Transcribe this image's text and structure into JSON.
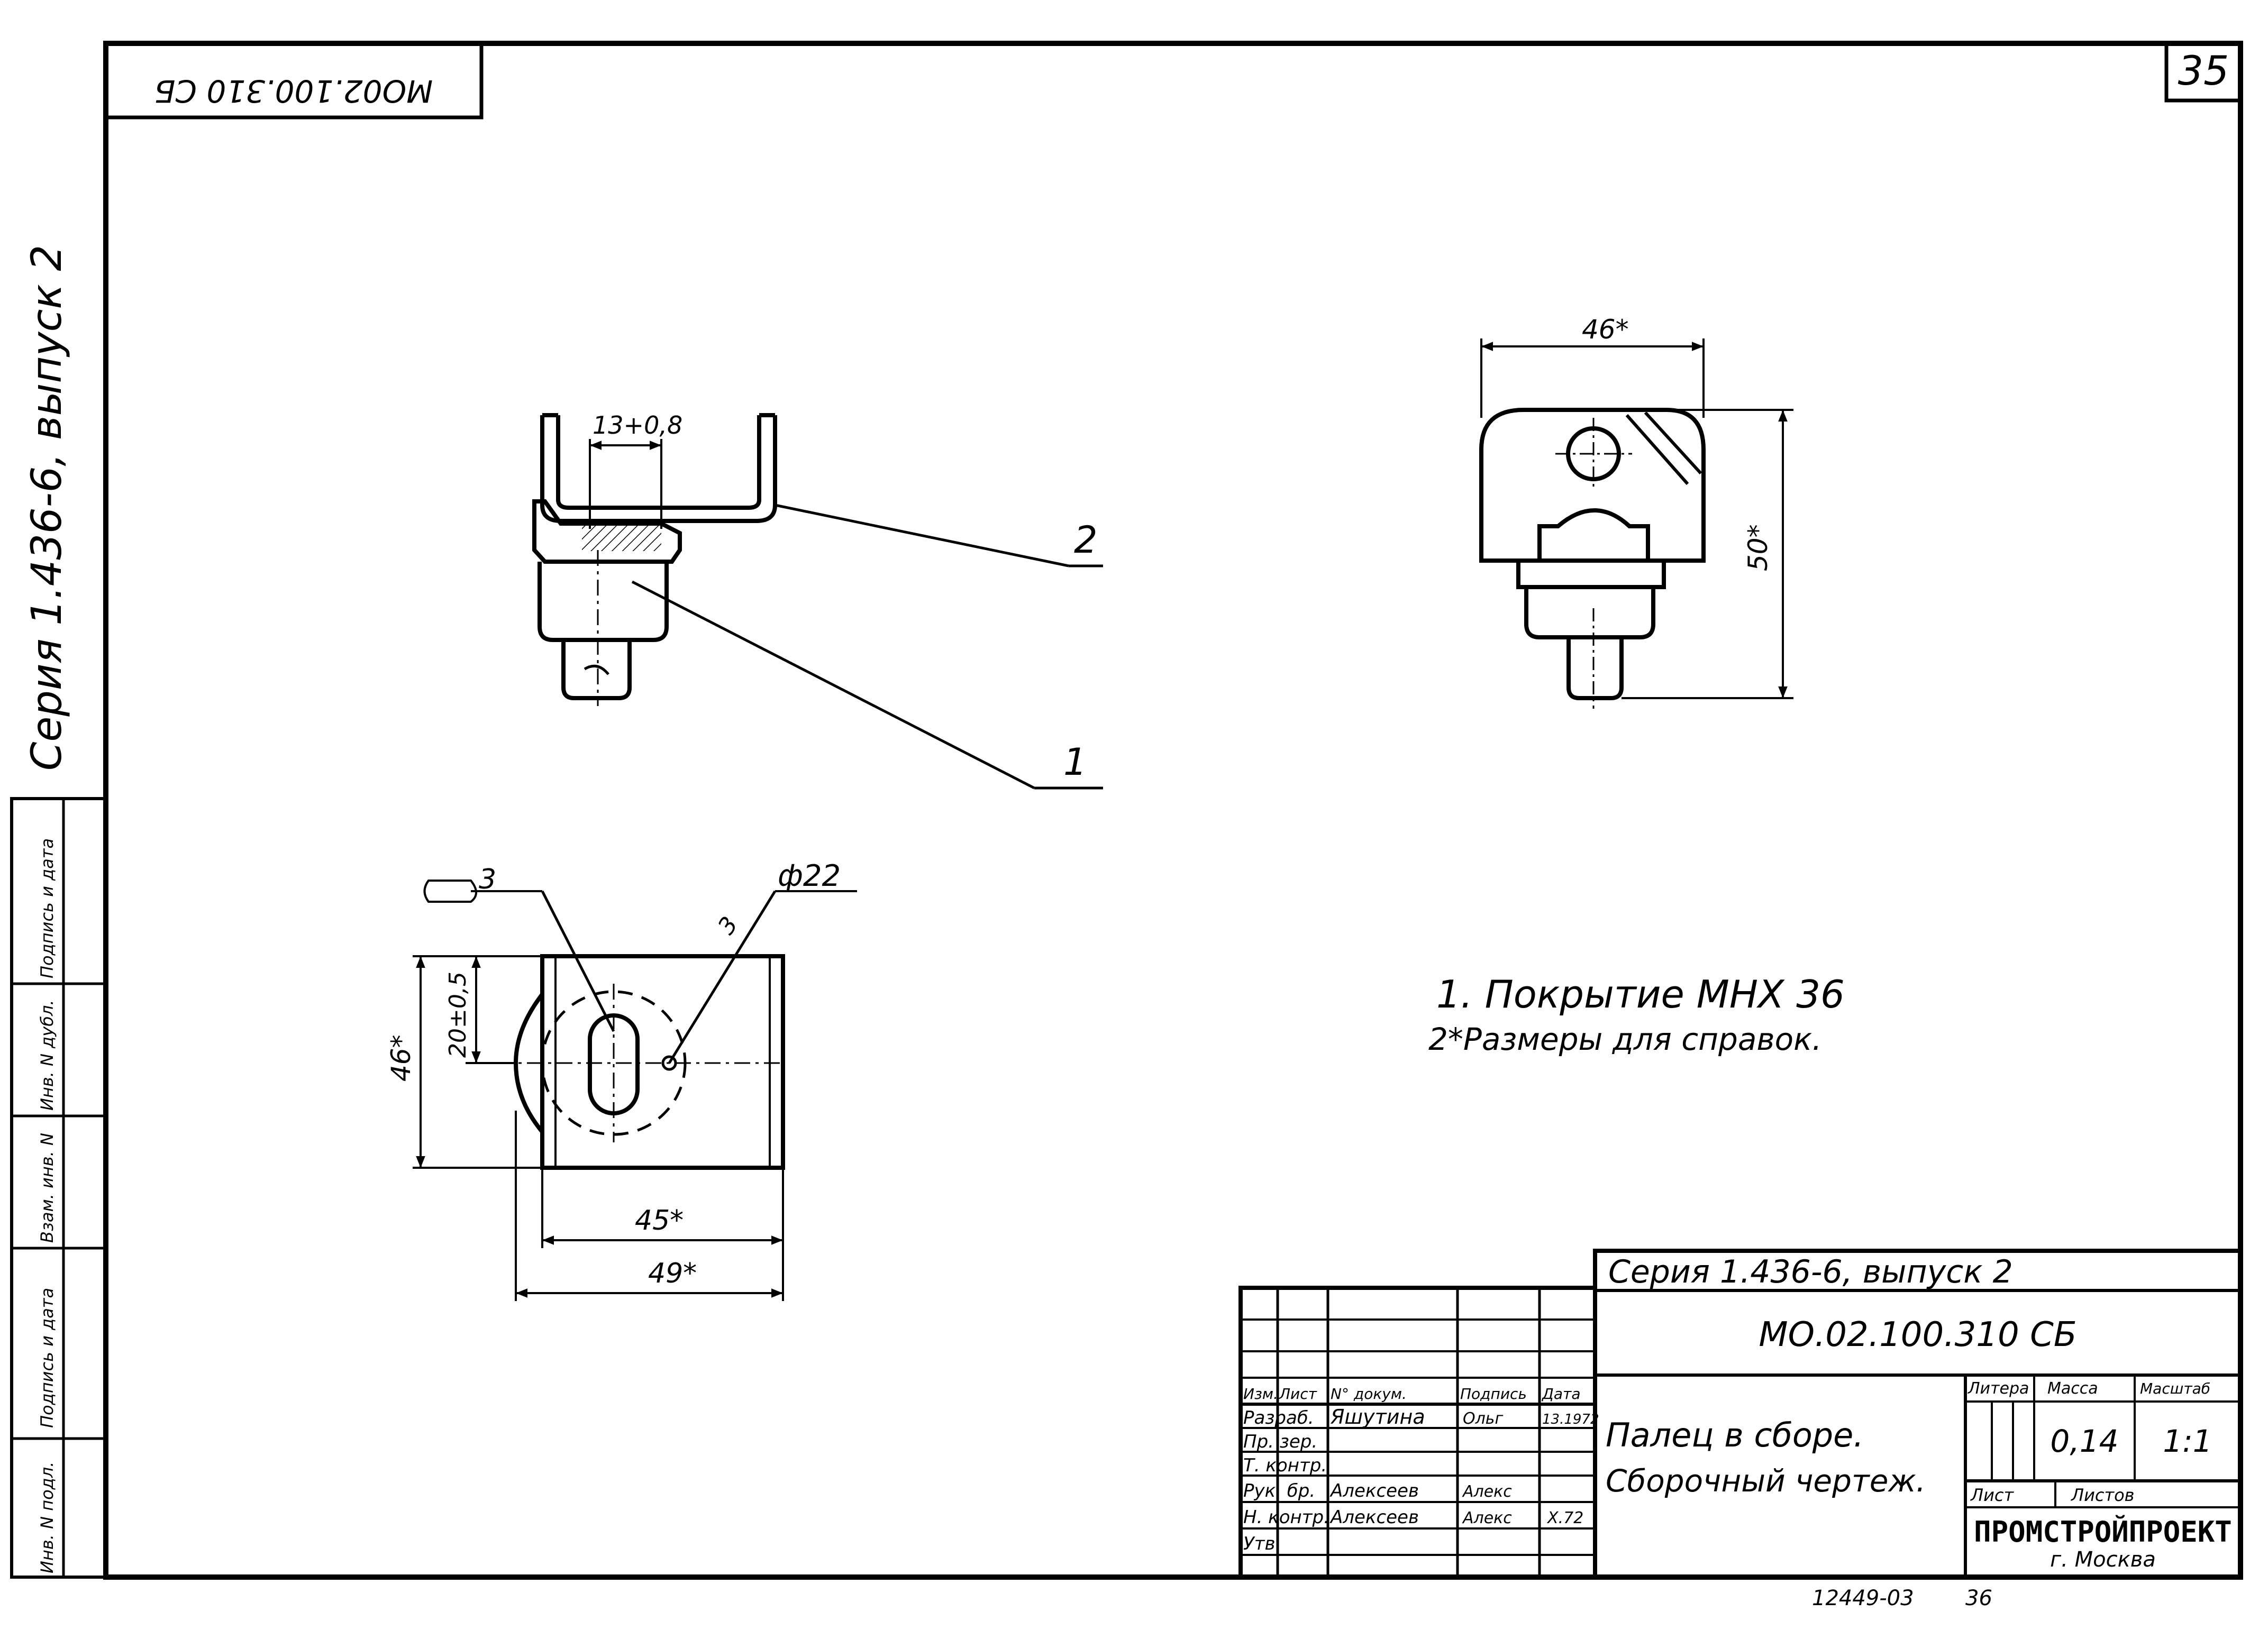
{
  "sheet": {
    "page_number": "35",
    "stamp_top_left": "МО02.100.310 СБ",
    "side_series": "Серия 1.436-6, выпуск 2",
    "bottom_code": "12449-03",
    "bottom_number": "36"
  },
  "side_strip": {
    "labels": [
      "Инв. N подл.",
      "Подпись и дата",
      "Взам. инв. N",
      "Инв. N дубл.",
      "Подпись и дата"
    ]
  },
  "callouts": {
    "part_1": "1",
    "part_2": "2"
  },
  "dimensions": {
    "front_slot_width": "13+0,8",
    "side_width": "46*",
    "side_height": "50*",
    "plan_height": "46*",
    "plan_offset": "20±0,5",
    "plan_width_inner": "45*",
    "plan_width_outer": "49*",
    "weld_symbol": "3",
    "hole_diameter": "ф22",
    "hole_weld": "3"
  },
  "notes": {
    "line_1": "1. Покрытие МНХ 36",
    "line_2": "2*Размеры для справок."
  },
  "title_block": {
    "series": "Серия 1.436-6, выпуск 2",
    "designation": "МО.02.100.310 СБ",
    "name_line_1": "Палец в сборе.",
    "name_line_2": "Сборочный чертеж.",
    "col_headers": [
      "Изм.",
      "Лист",
      "N° докум.",
      "Подпись",
      "Дата"
    ],
    "rows": [
      {
        "role": "Разраб.",
        "name": "Яшутина",
        "sign": "Ольг",
        "date": "13.1972"
      },
      {
        "role": "Пр. зер.",
        "name": "",
        "sign": "",
        "date": ""
      },
      {
        "role": "Т. контр.",
        "name": "",
        "sign": "",
        "date": ""
      },
      {
        "role": "Рук. бр.",
        "name": "Алексеев",
        "sign": "Алекс",
        "date": ""
      },
      {
        "role": "Н. контр.",
        "name": "Алексеев",
        "sign": "Алекс",
        "date": "X.72"
      },
      {
        "role": "Утв.",
        "name": "",
        "sign": "",
        "date": ""
      }
    ],
    "lit_label": "Литера",
    "mass_label": "Масса",
    "scale_label": "Масштаб",
    "mass_value": "0,14",
    "scale_value": "1:1",
    "sheet_label": "Лист",
    "sheets_label": "Листов",
    "org": "ПРОМСТРОЙПРОЕКТ",
    "city": "г. Москва"
  }
}
